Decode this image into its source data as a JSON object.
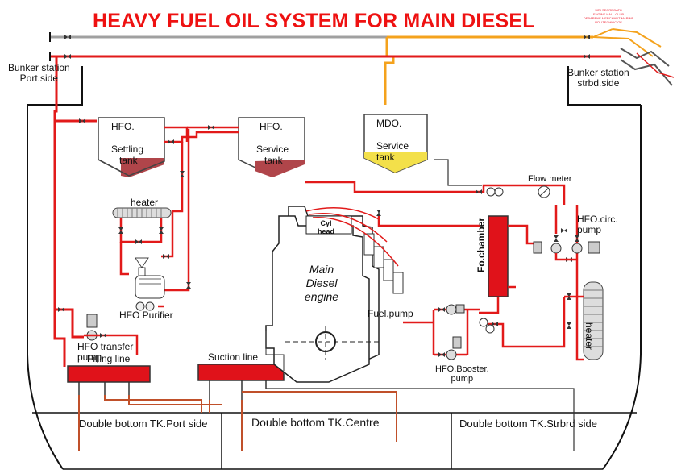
{
  "title": "HEAVY FUEL OIL SYSTEM FOR MAIN DIESEL",
  "stamp": "SIRI SEGREGATO ENGINE HALL CLUB DEBARENE MERCHANT MARINE POLITECHNIC OF",
  "labels": {
    "bunker_port": "Bunker station\nPort.side",
    "bunker_stbd": "Bunker station\nstrbd.side",
    "hfo_settling": "HFO.\n\nSettling\ntank",
    "hfo_service": "HFO.\n\nService\ntank",
    "mdo_service": "MDO.\n\nService\ntank",
    "flow_meter": "Flow meter",
    "heater_left": "heater",
    "heater_right": "heater",
    "hfo_purifier": "HFO Purifier",
    "hfo_transfer_pump": "HFO transfer\npump",
    "filling_line": "Filling line",
    "suction_line": "Suction line",
    "cyl_head": "Cyl\nhead",
    "main_engine": "Main\nDiesel\nengine",
    "fuel_pump": "Fuel.pump",
    "fo_chamber": "Fo.chamber",
    "hfo_circ_pump": "HFO.circ.\npump",
    "hfo_booster_pump": "HFO.Booster.\npump",
    "db_port": "Double bottom TK.Port side",
    "db_centre": "Double bottom TK.Centre",
    "db_stbd": "Double bottom TK.Strbrd side"
  },
  "colors": {
    "title": "#ee1111",
    "hfo_line": "#e21a1a",
    "mdo_line": "#f4a21c",
    "grey_line": "#a0a0a0",
    "hfo_fill": "#b0454a",
    "mdo_fill": "#f3e04a",
    "fo_chamber": "#e0121a",
    "drain_line": "#c0502a"
  },
  "icons": [
    "valve-icon",
    "pump-icon",
    "flow-meter-icon",
    "heater-icon",
    "purifier-icon",
    "motor-icon"
  ]
}
